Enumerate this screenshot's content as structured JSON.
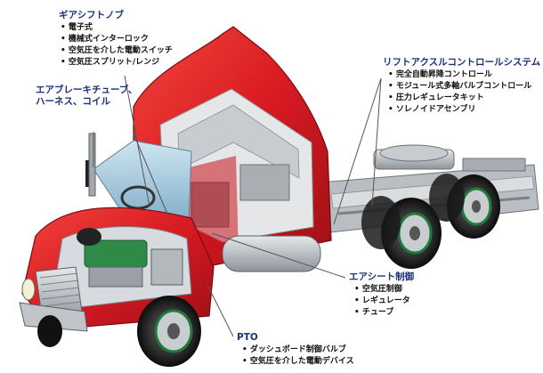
{
  "callouts": {
    "gear_knob": {
      "title": "ギアシフトノブ",
      "items": [
        "電子式",
        "機械式インターロック",
        "空気圧を介した電動スイッチ",
        "空気圧スプリット/レンジ"
      ]
    },
    "air_brake": {
      "title": "エアブレーキチューブ、ハーネス、コイル"
    },
    "lift_axle": {
      "title": "リフトアクスルコントロールシステム",
      "items": [
        "完全自動昇降コントロール",
        "モジュール式多軸バルブコントロール",
        "圧力レギュレータキット",
        "ソレノイドアセンブリ"
      ]
    },
    "air_seat": {
      "title": "エアシート制御",
      "items": [
        "空気圧制御",
        "レギュレータ",
        "チューブ"
      ]
    },
    "pto": {
      "title": "PTO",
      "items": [
        "ダッシュボード制御バルブ",
        "空気圧を介した電動デバイス"
      ]
    }
  },
  "colors": {
    "cab_red": "#d81a22",
    "title_blue": "#1a2f7a",
    "frame_gray": "#9aa0a6",
    "wheel_green": "#1f7a3a"
  }
}
